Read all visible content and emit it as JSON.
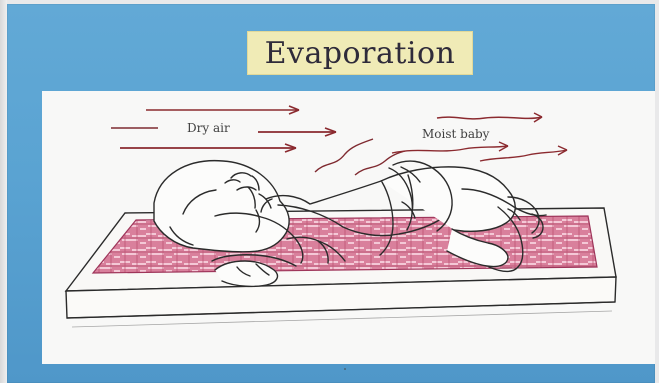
{
  "slide": {
    "title": "Evaporation"
  },
  "illustration": {
    "labels": {
      "dry_air": "Dry air",
      "moist_baby": "Moist baby"
    }
  },
  "colors": {
    "slide_background": "#5aa3d2",
    "title_box": "#f0ebb6",
    "title_text": "#2f2b3a",
    "figure_panel": "#f8f8f7",
    "arrow_red": "#8b2a2f",
    "mattress_pink": "#c65a7a",
    "line_art": "#2b2b2b"
  }
}
